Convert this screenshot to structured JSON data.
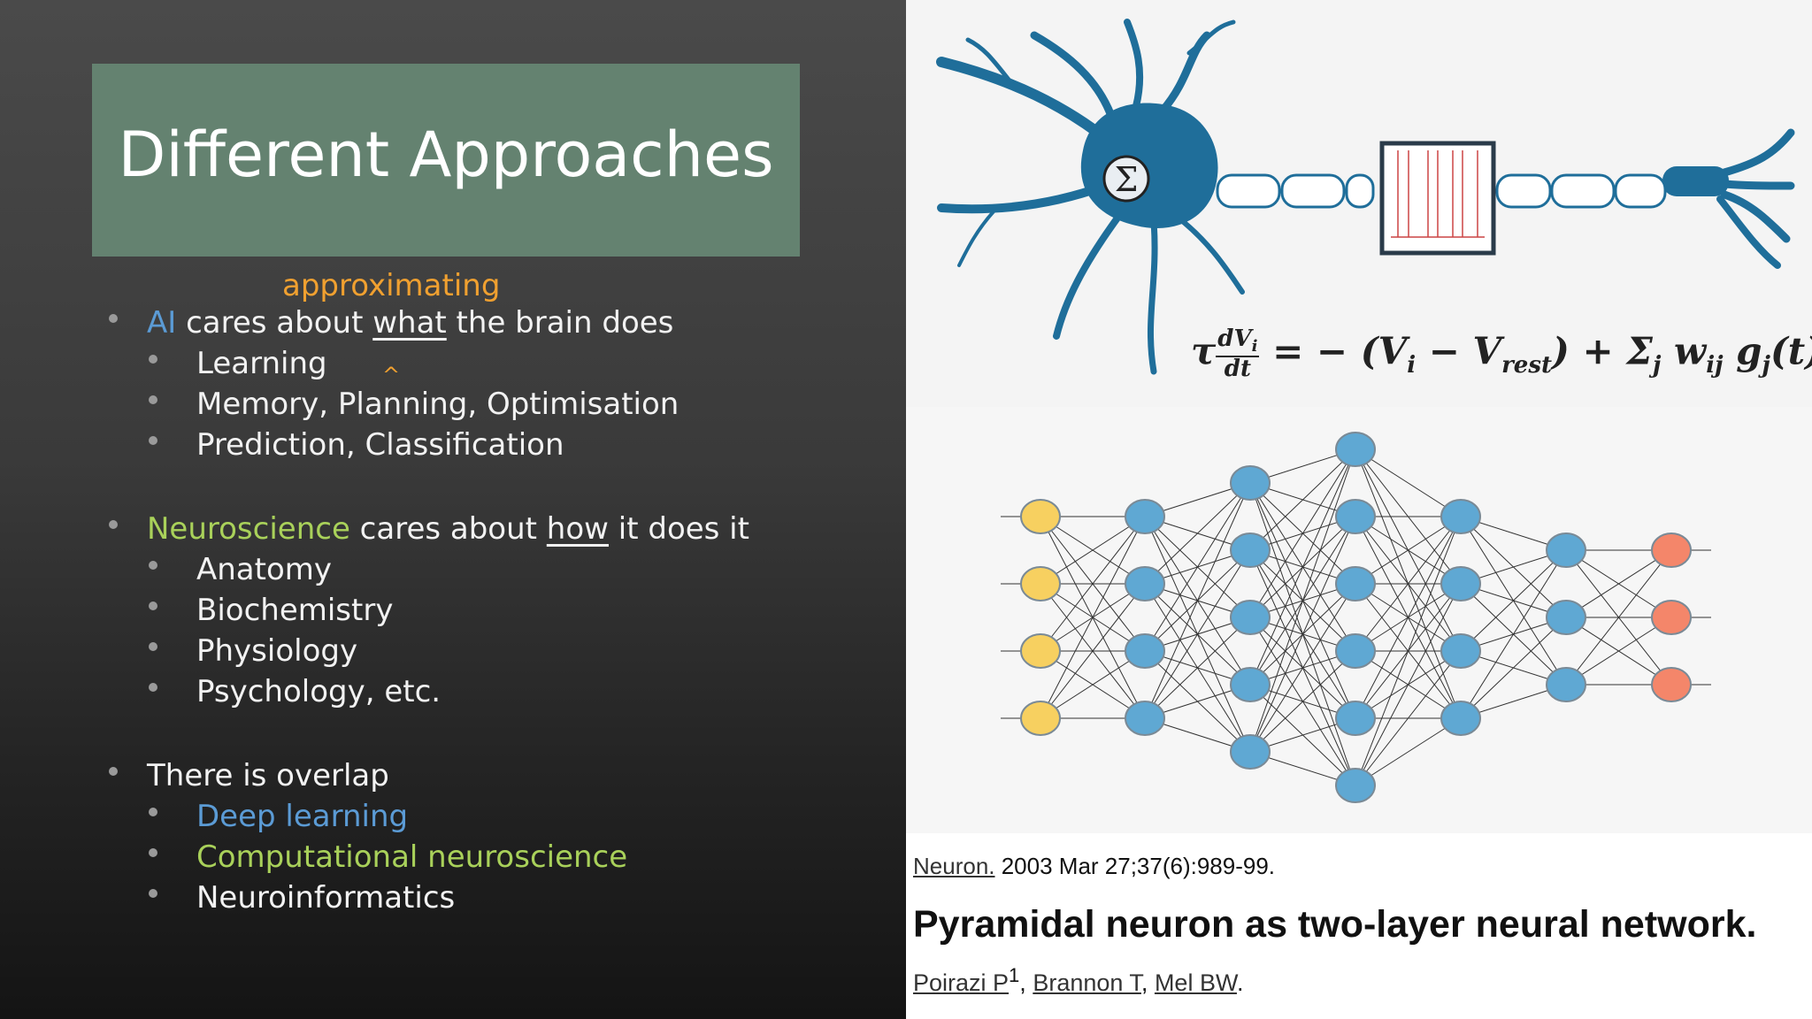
{
  "slide": {
    "title": "Different Approaches",
    "annotation": "approximating",
    "caret": "^",
    "section1": {
      "highlight": "AI",
      "pre": " cares about ",
      "emph": "what",
      "post": " the brain does",
      "items": [
        "Learning",
        "Memory, Planning, Optimisation",
        "Prediction, Classification"
      ]
    },
    "section2": {
      "highlight": "Neuroscience",
      "pre": " cares about ",
      "emph": "how",
      "post": " it does it",
      "items": [
        "Anatomy",
        "Biochemistry",
        "Physiology",
        "Psychology, etc."
      ]
    },
    "section3": {
      "heading": "There is overlap",
      "items": [
        "Deep learning",
        "Computational neuroscience",
        "Neuroinformatics"
      ]
    }
  },
  "figure": {
    "sigma": "Σ",
    "formula": {
      "tau": "τ",
      "num": "dV",
      "num_sub": "i",
      "den": "dt",
      "eq": " = − (",
      "v": "V",
      "v_sub": "i",
      "minus": " − ",
      "vrest": "V",
      "vrest_sub": "rest",
      "close": ") + Σ",
      "sum_sub": "j",
      "w": " w",
      "w_sub": "ij",
      "g": "  g",
      "g_sub": "j",
      "t": "(t)"
    }
  },
  "reference": {
    "journal": "Neuron.",
    "citation": " 2003 Mar 27;37(6):989-99.",
    "title": "Pyramidal neuron as two-layer neural network.",
    "author1": "Poirazi P",
    "author1_sup": "1",
    "sep1": ", ",
    "author2": "Brannon T",
    "sep2": ", ",
    "author3": "Mel BW",
    "end": "."
  },
  "colors": {
    "title_box": "#648270",
    "ai_blue": "#5b9bd5",
    "neuro_green": "#a9d15a",
    "annotation_orange": "#f0a030",
    "neuron_blue": "#1f6e9a",
    "node_input": "#f7d060",
    "node_hidden": "#5fa8d3",
    "node_output": "#f4866a"
  }
}
